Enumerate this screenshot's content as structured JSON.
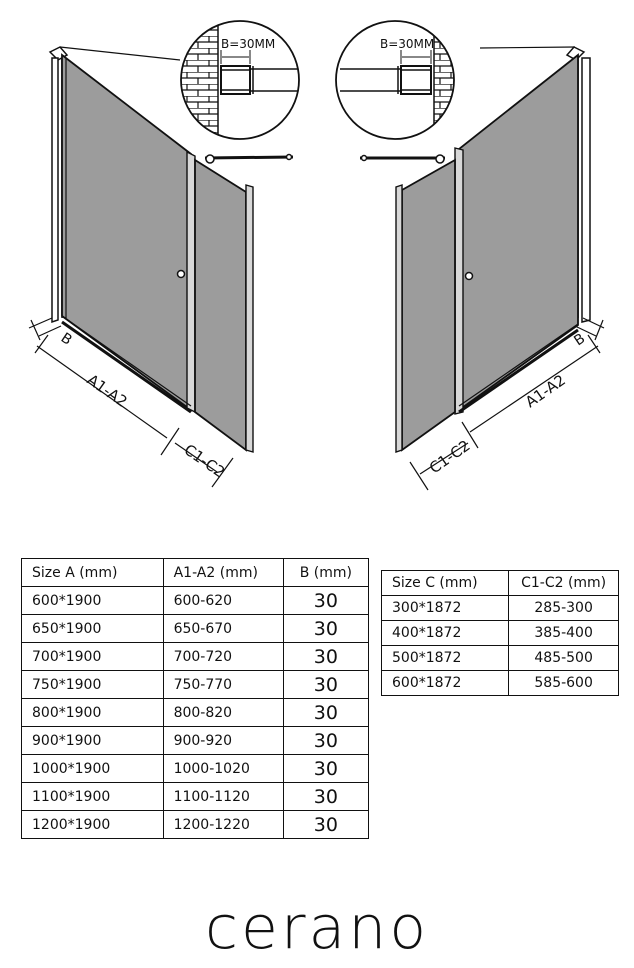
{
  "diagram": {
    "detail_left_label": "B=30MM",
    "detail_right_label": "B=30MM",
    "left_door": {
      "label_b": "B",
      "label_a": "A1-A2",
      "label_c": "C1-C2"
    },
    "right_door": {
      "label_b": "B",
      "label_a": "A1-A2",
      "label_c": "C1-C2"
    }
  },
  "table_a": {
    "headers": [
      "Size A (mm)",
      "A1-A2  (mm)",
      "B (mm)"
    ],
    "rows": [
      [
        "600*1900",
        "600-620",
        "30"
      ],
      [
        "650*1900",
        "650-670",
        "30"
      ],
      [
        "700*1900",
        "700-720",
        "30"
      ],
      [
        "750*1900",
        "750-770",
        "30"
      ],
      [
        "800*1900",
        "800-820",
        "30"
      ],
      [
        "900*1900",
        "900-920",
        "30"
      ],
      [
        "1000*1900",
        "1000-1020",
        "30"
      ],
      [
        "1100*1900",
        "1100-1120",
        "30"
      ],
      [
        "1200*1900",
        "1200-1220",
        "30"
      ]
    ]
  },
  "table_c": {
    "headers": [
      "Size C  (mm)",
      "C1-C2 (mm)"
    ],
    "rows": [
      [
        "300*1872",
        "285-300"
      ],
      [
        "400*1872",
        "385-400"
      ],
      [
        "500*1872",
        "485-500"
      ],
      [
        "600*1872",
        "585-600"
      ]
    ]
  },
  "brand": "cerano"
}
